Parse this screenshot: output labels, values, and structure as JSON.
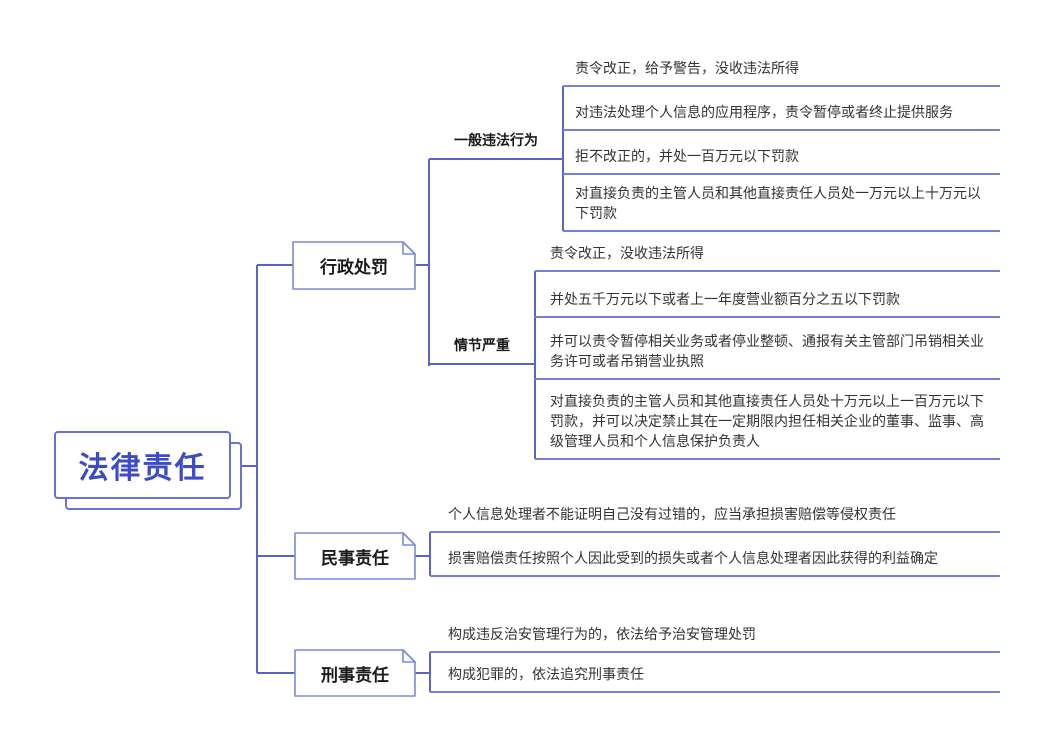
{
  "colors": {
    "line": "#5565c8",
    "underline": "#7280d8",
    "box_border": "#7c89dc",
    "root_border": "#6673cf",
    "root_text": "#3d4cc4",
    "node_text": "#1a1a1a",
    "leaf_text": "#333333"
  },
  "root": {
    "label": "法律责任"
  },
  "branches": [
    {
      "label": "行政处罚",
      "children": [
        {
          "label": "一般违法行为",
          "leaves": [
            "责令改正，给予警告，没收违法所得",
            "对违法处理个人信息的应用程序，责令暂停或者终止提供服务",
            "拒不改正的，并处一百万元以下罚款",
            "对直接负责的主管人员和其他直接责任人员处一万元以上十万元以下罚款"
          ]
        },
        {
          "label": "情节严重",
          "leaves": [
            "责令改正，没收违法所得",
            "并处五千万元以下或者上一年度营业额百分之五以下罚款",
            "并可以责令暂停相关业务或者停业整顿、通报有关主管部门吊销相关业务许可或者吊销营业执照",
            "对直接负责的主管人员和其他直接责任人员处十万元以上一百万元以下罚款，并可以决定禁止其在一定期限内担任相关企业的董事、监事、高级管理人员和个人信息保护负责人"
          ]
        }
      ]
    },
    {
      "label": "民事责任",
      "leaves": [
        "个人信息处理者不能证明自己没有过错的，应当承担损害赔偿等侵权责任",
        "损害赔偿责任按照个人因此受到的损失或者个人信息处理者因此获得的利益确定"
      ]
    },
    {
      "label": "刑事责任",
      "leaves": [
        "构成违反治安管理行为的，依法给予治安管理处罚",
        "构成犯罪的，依法追究刑事责任"
      ]
    }
  ]
}
